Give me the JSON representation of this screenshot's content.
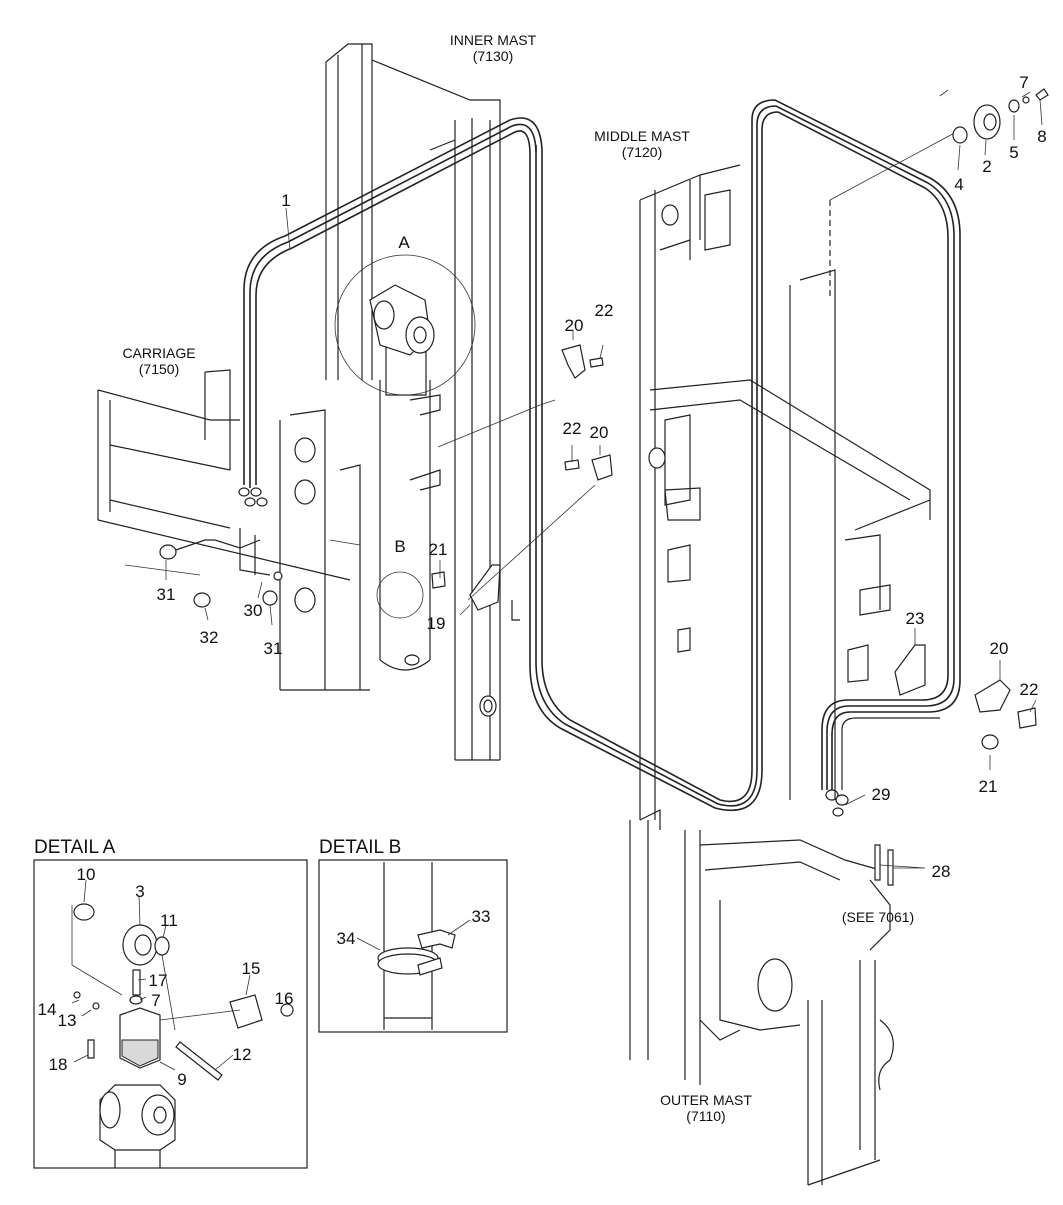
{
  "labels": {
    "inner_mast": "INNER MAST",
    "inner_mast_code": "(7130)",
    "middle_mast": "MIDDLE MAST",
    "middle_mast_code": "(7120)",
    "carriage": "CARRIAGE",
    "carriage_code": "(7150)",
    "outer_mast": "OUTER MAST",
    "outer_mast_code": "(7110)",
    "see_ref": "(SEE 7061)",
    "circle_a": "A",
    "circle_b": "B"
  },
  "details": {
    "a_title": "DETAIL A",
    "b_title": "DETAIL B"
  },
  "callouts": {
    "n1": "1",
    "n2": "2",
    "n3": "3",
    "n4": "4",
    "n5": "5",
    "n7": "7",
    "n8": "8",
    "n9": "9",
    "n10": "10",
    "n11": "11",
    "n12": "12",
    "n13": "13",
    "n14": "14",
    "n15": "15",
    "n16": "16",
    "n17": "17",
    "n18": "18",
    "n19": "19",
    "n20": "20",
    "n21": "21",
    "n22": "22",
    "n23": "23",
    "n28": "28",
    "n29": "29",
    "n30": "30",
    "n31": "31",
    "n32": "32",
    "n33": "33",
    "n34": "34"
  },
  "colors": {
    "line": "#222222",
    "background": "#ffffff",
    "fill_shade": "#d9d9d9"
  }
}
